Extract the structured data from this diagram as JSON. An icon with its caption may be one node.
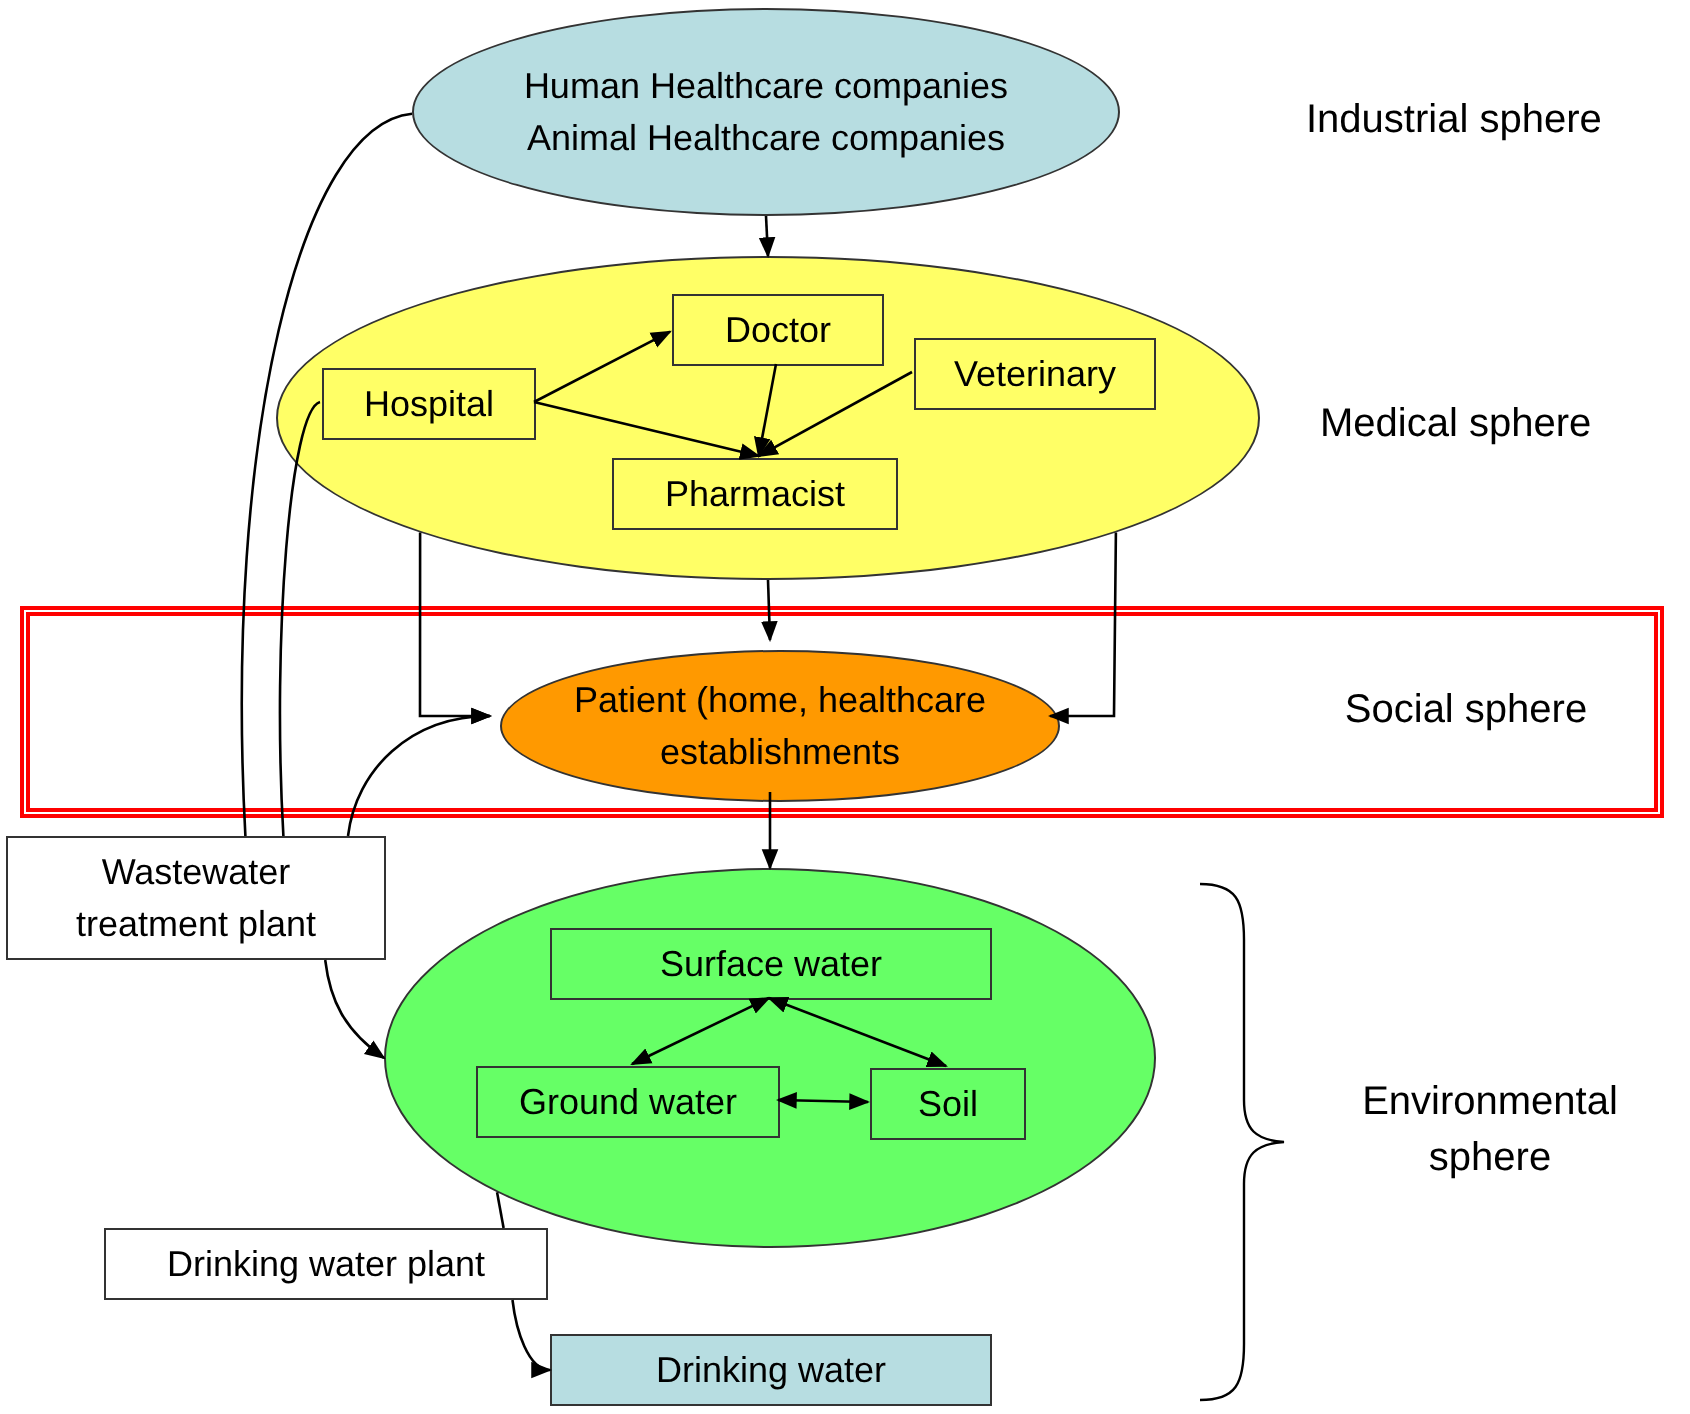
{
  "diagram": {
    "nodes": [
      {
        "text": [
          "Human Healthcare companies Animal Healthcare companies"
        ]
      },
      {
        "text": [],
        "shape": "ellipse"
      },
      {
        "text": [
          "Hospital"
        ],
        "in": 1
      },
      {
        "text": [
          "Doctor"
        ],
        "in": 1
      },
      {
        "text": [
          "Veterinary"
        ],
        "in": 1
      },
      {
        "text": [
          "Pharmacist"
        ],
        "in": 1
      },
      {
        "text": [
          "Social sphere"
        ]
      },
      {
        "text": [
          "Patient (home, healthcare establishments"
        ],
        "in": 6
      },
      {
        "text": [
          "Wastewater treatment plant"
        ]
      },
      {
        "text": [],
        "shape": "ellipse"
      },
      {
        "text": [
          "Surface water"
        ],
        "in": 9
      },
      {
        "text": [
          "Ground water"
        ],
        "in": 9
      },
      {
        "text": [
          "Soil"
        ],
        "in": 9
      },
      {
        "text": [
          "Drinking water plant"
        ]
      },
      {
        "text": [
          "Drinking water"
        ]
      }
    ],
    "edges": [
      {
        "from": 0,
        "to": 1,
        "arrow": "to"
      },
      {
        "from": 2,
        "to": 3,
        "arrow": "to"
      },
      {
        "from": 2,
        "to": 5,
        "arrow": "to"
      },
      {
        "from": 3,
        "to": 5,
        "arrow": "to"
      },
      {
        "from": 4,
        "to": 5,
        "arrow": "to"
      },
      {
        "from": 1,
        "to": 7,
        "arrow": "to"
      },
      {
        "from": 1,
        "to": 7,
        "arrow": "to"
      },
      {
        "from": 1,
        "to": 7,
        "arrow": "to"
      },
      {
        "from": 7,
        "to": 9,
        "arrow": "to"
      },
      {
        "from": 0,
        "to": 8,
        "arrow": "none"
      },
      {
        "from": 2,
        "to": 8,
        "arrow": "none"
      },
      {
        "from": 8,
        "to": 7,
        "arrow": "to"
      },
      {
        "from": 8,
        "to": 9,
        "arrow": "to"
      },
      {
        "from": 9,
        "to": 13,
        "arrow": "none"
      },
      {
        "from": 13,
        "to": 14,
        "arrow": "to"
      },
      {
        "from": 10,
        "to": 11,
        "arrow": "both"
      },
      {
        "from": 10,
        "to": 12,
        "arrow": "both"
      },
      {
        "from": 11,
        "to": 12,
        "arrow": "both"
      }
    ],
    "labels": [
      "Industrial sphere",
      "Medical sphere",
      "Environmental sphere"
    ]
  }
}
